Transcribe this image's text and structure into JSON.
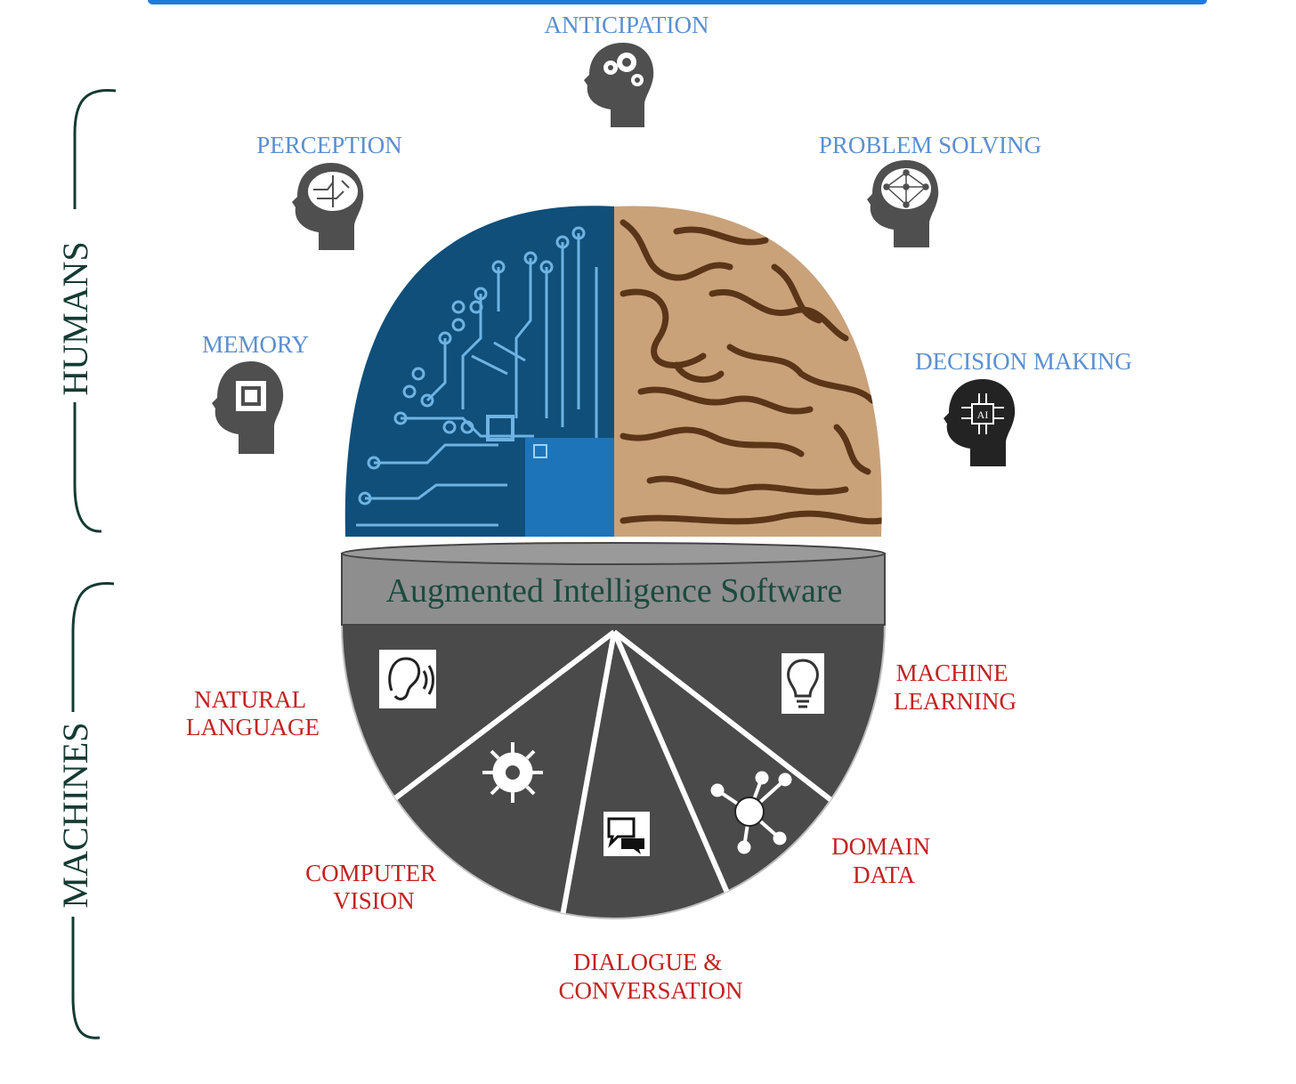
{
  "colors": {
    "human_label": "#5b8fcf",
    "machine_label": "#c42121",
    "side_label": "#153b33",
    "banner_text": "#1c4a3e",
    "circuit_blue": "#0f4f7a",
    "brain_tan": "#c9a27a",
    "wedge_gray": "#4a4a4a",
    "banner_gray": "#8e8e8e",
    "top_bar": "#1f7ae0"
  },
  "side_labels": {
    "humans": "HUMANS",
    "machines": "MACHINES"
  },
  "banner": {
    "title": "Augmented Intelligence Software"
  },
  "human_capabilities": [
    {
      "label": "ANTICIPATION",
      "icon": "head-gears-icon"
    },
    {
      "label": "PERCEPTION",
      "icon": "head-brain-circuit-icon"
    },
    {
      "label": "PROBLEM SOLVING",
      "icon": "head-network-brain-icon"
    },
    {
      "label": "MEMORY",
      "icon": "head-chip-icon"
    },
    {
      "label": "DECISION MAKING",
      "icon": "head-ai-icon"
    }
  ],
  "machine_capabilities": [
    {
      "line1": "NATURAL",
      "line2": "LANGUAGE",
      "icon": "ear-sound-icon"
    },
    {
      "line1": "COMPUTER",
      "line2": "VISION",
      "icon": "virus-eye-icon"
    },
    {
      "line1": "DIALOGUE &",
      "line2": "CONVERSATION",
      "icon": "chat-bubbles-icon"
    },
    {
      "line1": "DOMAIN",
      "line2": "DATA",
      "icon": "node-network-icon"
    },
    {
      "line1": "MACHINE",
      "line2": "LEARNING",
      "icon": "lightbulb-icon"
    }
  ]
}
